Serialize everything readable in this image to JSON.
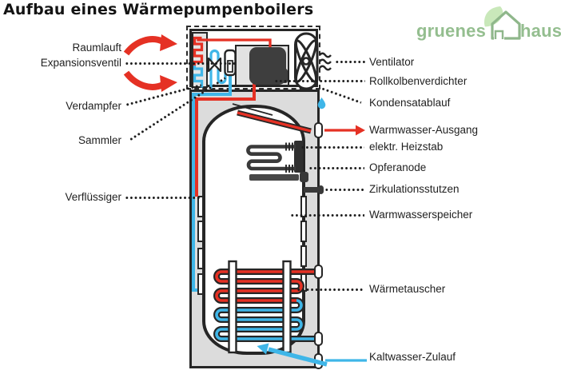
{
  "title": "Aufbau eines Wärmepumpenboilers",
  "logo": {
    "word_left": "gruenes",
    "word_right": "haus"
  },
  "labels": {
    "left": [
      {
        "text": "Raumlauft"
      },
      {
        "text": "Expansionsventil"
      },
      {
        "text": "Verdampfer"
      },
      {
        "text": "Sammler"
      },
      {
        "text": "Verflüssiger"
      }
    ],
    "right": [
      {
        "text": "Ventilator"
      },
      {
        "text": "Rollkolbenverdichter"
      },
      {
        "text": "Kondensatablauf"
      },
      {
        "text": "Warmwasser-Ausgang"
      },
      {
        "text": "elektr. Heizstab"
      },
      {
        "text": "Opferanode"
      },
      {
        "text": "Zirkulationsstutzen"
      },
      {
        "text": "Warmwasserspeicher"
      },
      {
        "text": "Wärmetauscher"
      },
      {
        "text": "Kaltwasser-Zulauf"
      }
    ]
  },
  "colors": {
    "hot_red": "#e53124",
    "cold_blue": "#3fb6e8",
    "outline_dark": "#262626",
    "casing_gray": "#dcdcdc",
    "logo_green": "#94be8f",
    "leaf_green": "#c9e8ba"
  }
}
